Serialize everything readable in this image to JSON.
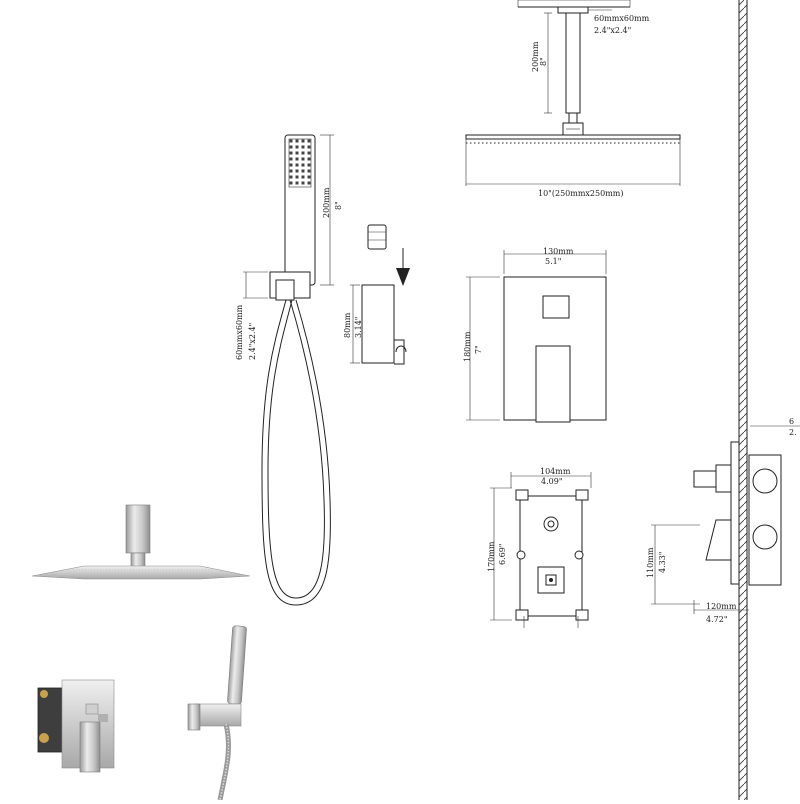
{
  "labels": {
    "arm_base": "60mmx60mm",
    "arm_base_in": "2.4\"x2.4\"",
    "arm_len": "200mm",
    "arm_len_in": "8\"",
    "rain_w": "10\"(250mmx250mm)",
    "hand_len": "200mm",
    "hand_len_in": "8\"",
    "elbow_mm": "60mmx60mm",
    "elbow_in": "2.4\"x2.4\"",
    "holder_mm": "80mm",
    "holder_in": "3.14\"",
    "plate_w": "130mm",
    "plate_w_in": "5.1\"",
    "plate_h": "180mm",
    "plate_h_in": "7\"",
    "valve_w": "104mm",
    "valve_w_in": "4.09\"",
    "valve_h": "170mm",
    "valve_h_in": "6.69\"",
    "side_h": "110mm",
    "side_h_in": "4.33\"",
    "side_d": "120mm",
    "side_d_in": "4.72\"",
    "side_r1": "6",
    "side_r2": "2."
  },
  "colors": {
    "line": "#222222",
    "metal_light": "#e4e4e4",
    "metal_mid": "#b8b8b8",
    "metal_dark": "#8c8c8c",
    "brass": "#c9a24a"
  }
}
